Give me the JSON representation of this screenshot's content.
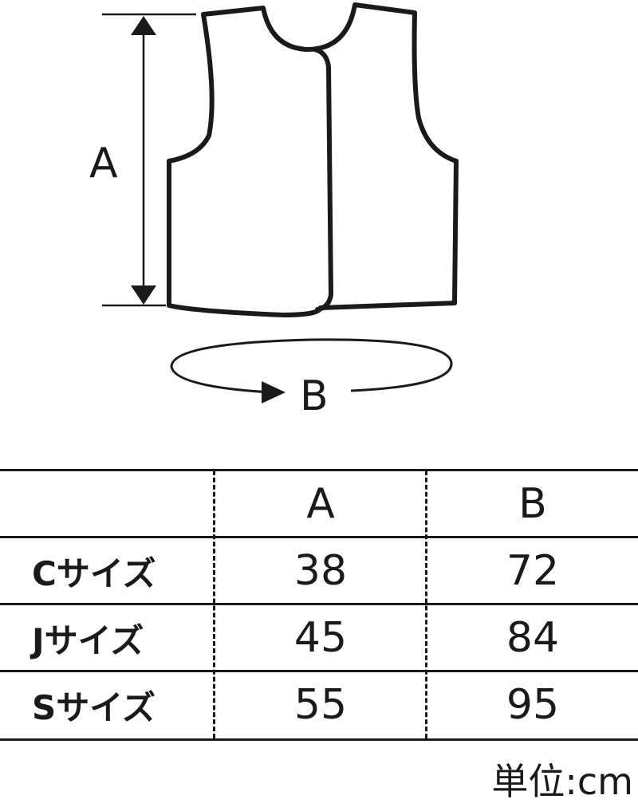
{
  "diagram": {
    "dimension_a": "A",
    "dimension_b": "B"
  },
  "table": {
    "headers": [
      "",
      "A",
      "B"
    ],
    "rows": [
      {
        "size": "Cサイズ",
        "a": "38",
        "b": "72"
      },
      {
        "size": "Jサイズ",
        "a": "45",
        "b": "84"
      },
      {
        "size": "Sサイズ",
        "a": "55",
        "b": "95"
      }
    ]
  },
  "unit": "単位:cm"
}
